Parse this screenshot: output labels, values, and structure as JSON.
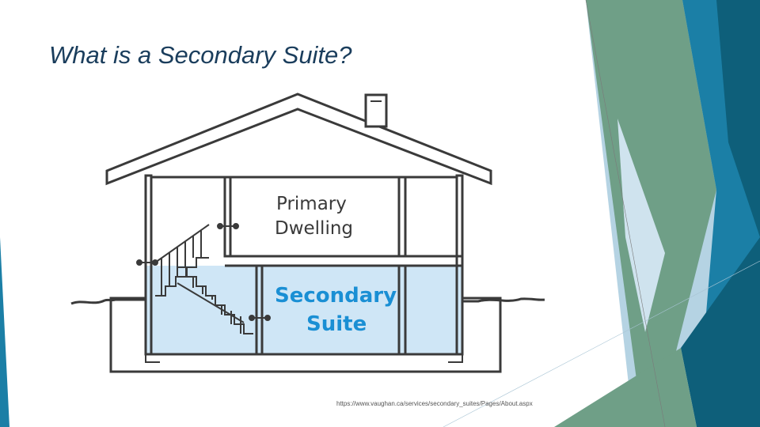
{
  "slide": {
    "title": "What is a Secondary Suite?",
    "source_url": "https://www.vaughan.ca/services/secondary_suites/Pages/About.aspx"
  },
  "diagram": {
    "upper_label_line1": "Primary",
    "upper_label_line2": "Dwelling",
    "lower_label_line1": "Secondary",
    "lower_label_line2": "Suite"
  },
  "colors": {
    "title": "#1a3d5c",
    "suite_fill": "#cfe6f6",
    "suite_text": "#1a8fd4",
    "outline": "#3a3a3a",
    "decor_teal_dark": "#0e5f7a",
    "decor_teal_mid": "#1b7fa6",
    "decor_green": "#6f9f87",
    "decor_light": "#b5d3e3"
  }
}
